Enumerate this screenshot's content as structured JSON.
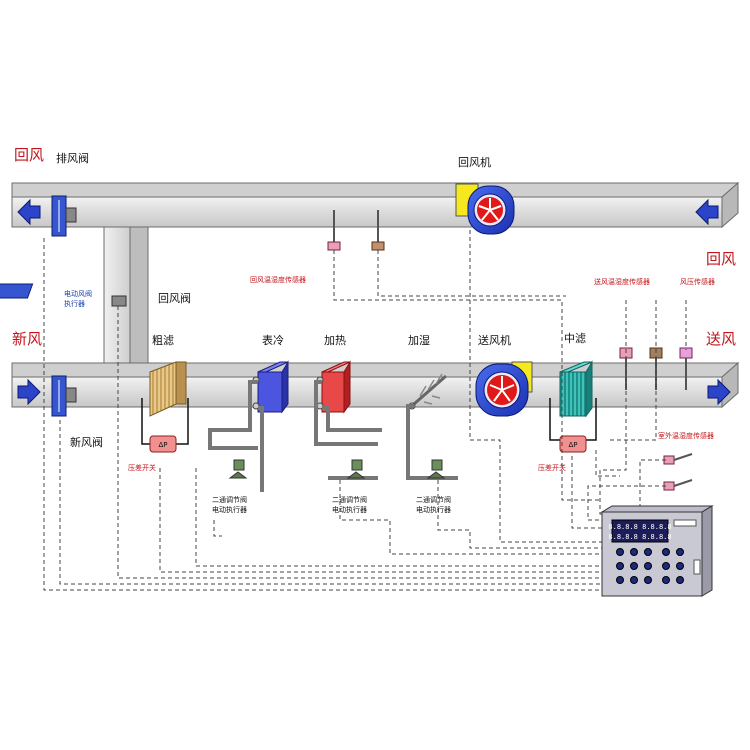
{
  "labels": {
    "return_air_top": "回风",
    "exhaust_damper": "排风阀",
    "return_fan": "回风机",
    "return_air_right": "回风",
    "fresh_air": "新风",
    "supply_air": "送风",
    "return_damper": "回风阀",
    "damper_actuator": "电动风阀\n执行器",
    "fresh_damper": "新风阀",
    "coarse_filter": "粗滤",
    "cooling": "表冷",
    "heating": "加热",
    "humidify": "加湿",
    "supply_fan": "送风机",
    "medium_filter": "中滤",
    "return_th_sensor": "回风温湿度传感器",
    "supply_th_sensor": "送风温湿度传感器",
    "pressure_sensor": "风压传感器",
    "outdoor_th_sensor": "室外温湿度传感器",
    "dp_switch_1": "压差开关",
    "dp_switch_2": "压差开关",
    "valve_actuator_1": "二通调节阀\n电动执行器",
    "valve_actuator_2": "二通调节阀\n电动执行器",
    "valve_actuator_3": "二通调节阀\n电动执行器",
    "dp_label": "ΔP"
  },
  "controller": {
    "display_line_1": "8.8.8.8 8.8.8.8",
    "display_line_2": "8.8.8.8 8.8.8.8"
  },
  "colors": {
    "duct": "#e3e3e3",
    "duct_edge": "#6c6c6c",
    "arrow": "#2c44c9",
    "label_red": "#c0161b",
    "sensor": "#e8a0b8"
  }
}
